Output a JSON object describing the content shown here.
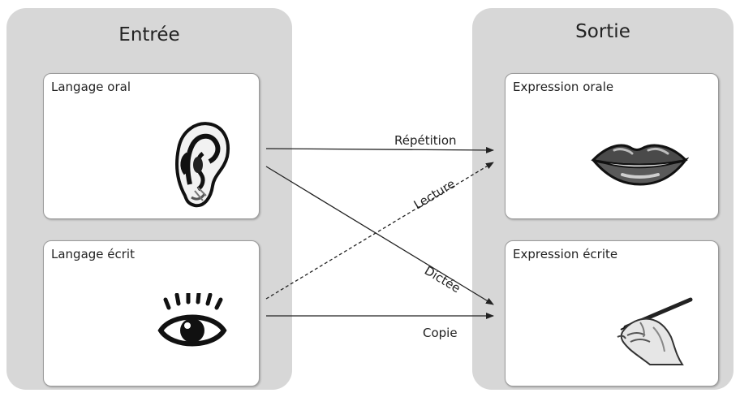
{
  "input_panel": {
    "title": "Entrée"
  },
  "output_panel": {
    "title": "Sortie"
  },
  "inputs": [
    {
      "label": "Langage oral",
      "icon": "ear-icon"
    },
    {
      "label": "Langage écrit",
      "icon": "eye-icon"
    }
  ],
  "outputs": [
    {
      "label": "Expression orale",
      "icon": "lips-icon"
    },
    {
      "label": "Expression écrite",
      "icon": "writing-hand-icon"
    }
  ],
  "connections": [
    {
      "label": "Répétition",
      "from": "Langage oral",
      "to": "Expression orale",
      "style": "solid"
    },
    {
      "label": "Lecture",
      "from": "Langage écrit",
      "to": "Expression orale",
      "style": "dashed"
    },
    {
      "label": "Dictée",
      "from": "Langage oral",
      "to": "Expression écrite",
      "style": "solid"
    },
    {
      "label": "Copie",
      "from": "Langage écrit",
      "to": "Expression écrite",
      "style": "solid"
    }
  ]
}
